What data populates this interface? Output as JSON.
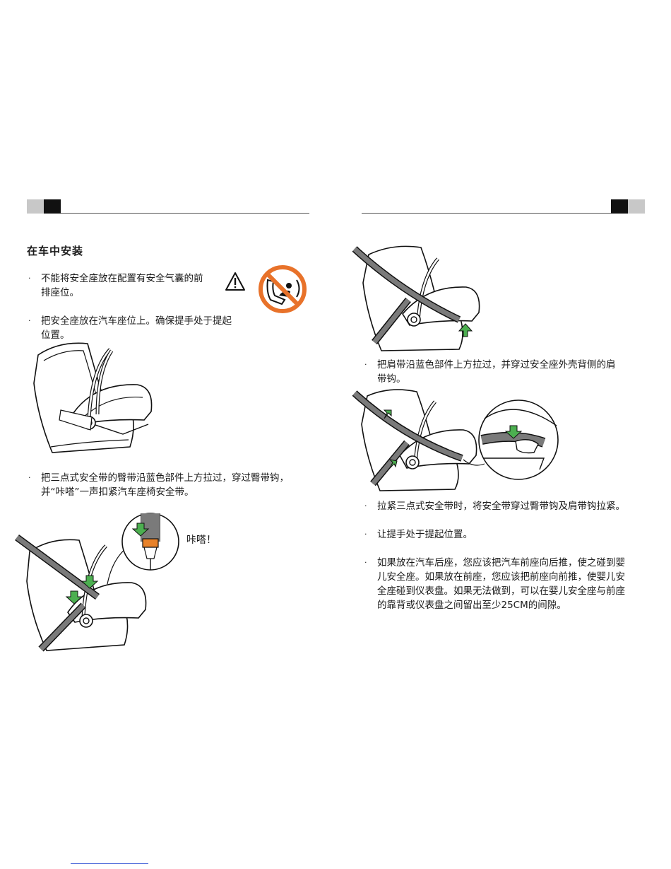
{
  "left": {
    "title": "在车中安装",
    "bullets": [
      "不能将安全座放在配置有安全气囊的前\n排座位。",
      "把安全座放在汽车座位上。确保提手处于提起\n位置。",
      "把三点式安全带的臀带沿蓝色部件上方拉过，穿过臀带钩，\n并“咔嗒”一声扣紧汽车座椅安全带。"
    ],
    "click_label": "咔嗒！"
  },
  "right": {
    "bullets": [
      "把肩带沿蓝色部件上方拉过，并穿过安全座外壳背侧的肩\n带钩。",
      "拉紧三点式安全带时，将安全带穿过臀带钩及肩带钩拉紧。",
      "让提手处于提起位置。",
      "如果放在汽车后座，您应该把汽车前座向后推，使之碰到婴\n儿安全座。如果放在前座，您应该把前座向前推，使婴儿安\n全座碰到仪表盘。如果无法做到，可以在婴儿安全座与前座\n的靠背或仪表盘之间留出至少25CM的间隙。"
    ]
  },
  "icons": {
    "warning": "warning-triangle-icon",
    "no_airbag": "no-front-airbag-seat-icon",
    "arrow": "green-arrow-icon"
  },
  "colors": {
    "prohibit_orange": "#e8722a",
    "arrow_green": "#4caf50",
    "buckle_orange": "#e8822a",
    "belt_gray": "#7a7a7a"
  }
}
